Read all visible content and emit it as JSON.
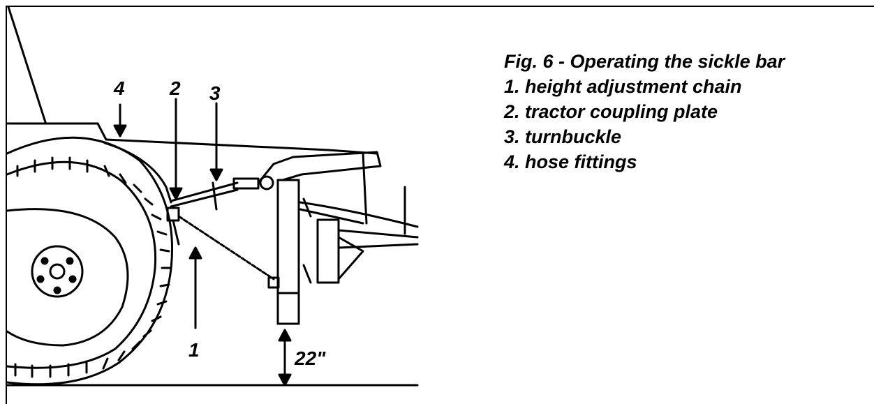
{
  "figure": {
    "caption": "Fig. 6 - Operating the sickle bar",
    "legend": [
      "1. height adjustment chain",
      "2. tractor coupling plate",
      "3. turnbuckle",
      "4. hose fittings"
    ]
  },
  "callouts": {
    "c1": "1",
    "c2": "2",
    "c3": "3",
    "c4": "4"
  },
  "dimension": {
    "label": "22\""
  }
}
